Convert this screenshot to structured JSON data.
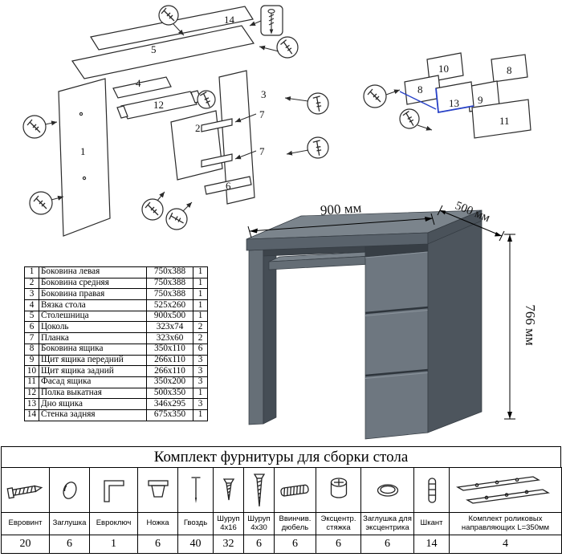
{
  "parts_table": {
    "rows": [
      {
        "n": "1",
        "name": "Боковина левая",
        "size": "750x388",
        "qty": "1"
      },
      {
        "n": "2",
        "name": "Боковина средняя",
        "size": "750x388",
        "qty": "1"
      },
      {
        "n": "3",
        "name": "Боковина правая",
        "size": "750x388",
        "qty": "1"
      },
      {
        "n": "4",
        "name": "Вязка стола",
        "size": "525x260",
        "qty": "1"
      },
      {
        "n": "5",
        "name": "Столешница",
        "size": "900x500",
        "qty": "1"
      },
      {
        "n": "6",
        "name": "Цоколь",
        "size": "323x74",
        "qty": "2"
      },
      {
        "n": "7",
        "name": "Планка",
        "size": "323x60",
        "qty": "2"
      },
      {
        "n": "8",
        "name": "Боковина ящика",
        "size": "350x110",
        "qty": "6"
      },
      {
        "n": "9",
        "name": "Щит ящика передний",
        "size": "266x110",
        "qty": "3"
      },
      {
        "n": "10",
        "name": "Щит ящика задний",
        "size": "266x110",
        "qty": "3"
      },
      {
        "n": "11",
        "name": "Фасад ящика",
        "size": "350x200",
        "qty": "3"
      },
      {
        "n": "12",
        "name": "Полка выкатная",
        "size": "500x350",
        "qty": "1"
      },
      {
        "n": "13",
        "name": "Дно ящика",
        "size": "346x295",
        "qty": "3"
      },
      {
        "n": "14",
        "name": "Стенка задняя",
        "size": "675x350",
        "qty": "1"
      }
    ]
  },
  "dimensions": {
    "width": "900 мм",
    "depth": "500 мм",
    "height": "766 мм"
  },
  "hardware": {
    "title": "Комплект фурнитуры для сборки стола",
    "items": [
      {
        "name": "Евровинт",
        "qty": "20"
      },
      {
        "name": "Заглушка",
        "qty": "6"
      },
      {
        "name": "Евроключ",
        "qty": "1"
      },
      {
        "name": "Ножка",
        "qty": "6"
      },
      {
        "name": "Гвоздь",
        "qty": "40"
      },
      {
        "name": "Шуруп 4х16",
        "qty": "32"
      },
      {
        "name": "Шуруп 4х30",
        "qty": "6"
      },
      {
        "name": "Ввинчив. дюбель",
        "qty": "6"
      },
      {
        "name": "Эксцентр. стяжка",
        "qty": "6"
      },
      {
        "name": "Заглушка для эксцентрика",
        "qty": "6"
      },
      {
        "name": "Шкант",
        "qty": "14"
      },
      {
        "name": "Комплект роликовых направляющих L=350мм",
        "qty": "4"
      }
    ]
  },
  "exploded_left": {
    "l1": "1",
    "l2": "2",
    "l3": "3",
    "l4": "4",
    "l5": "5",
    "l6": "6",
    "l7a": "7",
    "l7b": "7",
    "l12": "12",
    "l14": "14"
  },
  "exploded_right": {
    "r8a": "8",
    "r8b": "8",
    "r9": "9",
    "r10": "10",
    "r11": "11",
    "r13": "13"
  },
  "accent_blue": "#2741c8"
}
